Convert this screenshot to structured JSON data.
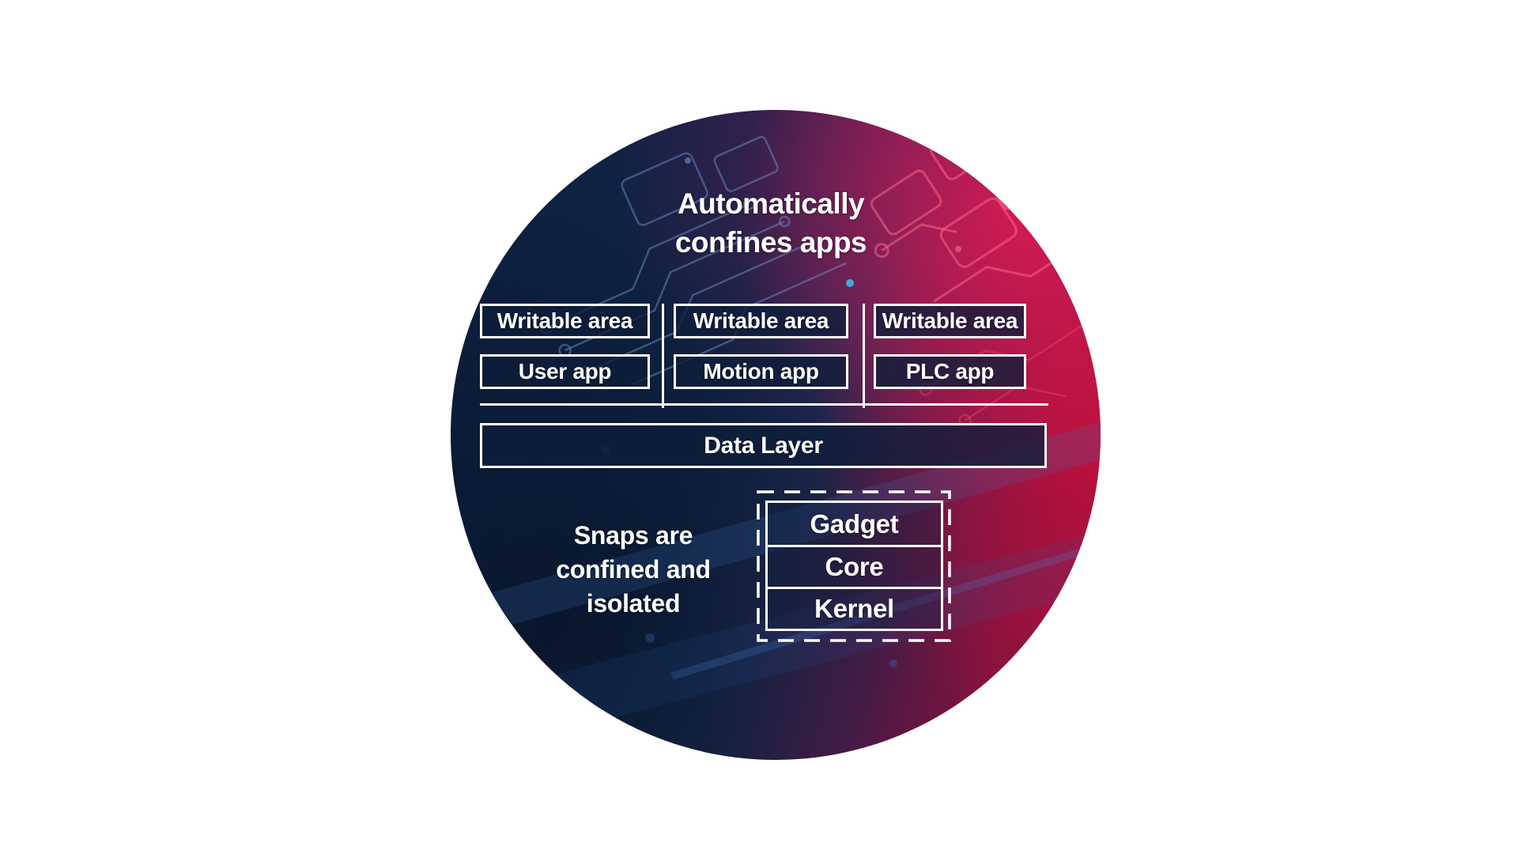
{
  "diagram": {
    "shape": "circle",
    "title": {
      "line1": "Automatically",
      "line2": "confines apps"
    },
    "app_columns": [
      {
        "writable_label": "Writable area",
        "app_label": "User app"
      },
      {
        "writable_label": "Writable area",
        "app_label": "Motion app"
      },
      {
        "writable_label": "Writable area",
        "app_label": "PLC app"
      }
    ],
    "data_layer_label": "Data Layer",
    "side_note": {
      "line1": "Snaps are",
      "line2": "confined and",
      "line3": "isolated"
    },
    "base_stack": [
      {
        "label": "Gadget"
      },
      {
        "label": "Core"
      },
      {
        "label": "Kernel"
      }
    ],
    "colors": {
      "navy_dark": "#0d2040",
      "navy": "#122a50",
      "red_accent": "#b11138",
      "magenta_highlight": "#ec1a54",
      "purple_blend": "#44204c",
      "line_and_text": "#ffffff",
      "page_background": "#ffffff"
    }
  }
}
